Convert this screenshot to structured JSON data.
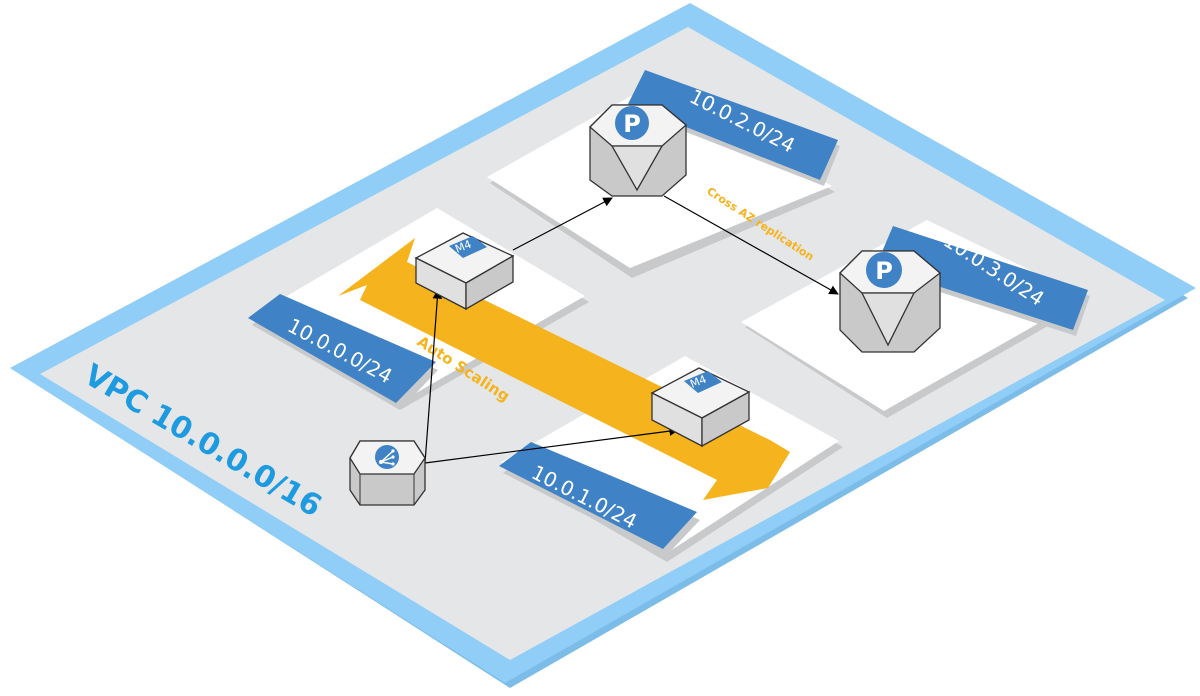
{
  "vpc": {
    "label": "VPC 10.0.0.0/16",
    "colors": {
      "border": "#90cdf7",
      "border_dark": "#7bbce8",
      "floor": "#e5e6e8",
      "accent": "#1e9be0"
    }
  },
  "subnets": [
    {
      "label": "10.0.0.0/24"
    },
    {
      "label": "10.0.1.0/24"
    },
    {
      "label": "10.0.2.0/24"
    },
    {
      "label": "10.0.3.0/24"
    }
  ],
  "auto_scaling": {
    "label": "Auto Scaling",
    "color": "#f5b31d"
  },
  "replication": {
    "label": "Cross AZ replication"
  },
  "instances": [
    {
      "label": "M4",
      "icon": "ec2-instance-icon"
    },
    {
      "label": "M4",
      "icon": "ec2-instance-icon"
    }
  ],
  "databases": [
    {
      "label": "P",
      "icon": "rds-postgres-icon"
    },
    {
      "label": "P",
      "icon": "rds-postgres-icon"
    }
  ],
  "load_balancer": {
    "icon": "load-balancer-icon"
  },
  "colors": {
    "subnet_bar": "#3f82c5",
    "subnet_shadow": "#c8c9cb",
    "node_top": "#f3f3f3",
    "node_side": "#c9c9c9",
    "node_front": "#e0e0e0"
  }
}
